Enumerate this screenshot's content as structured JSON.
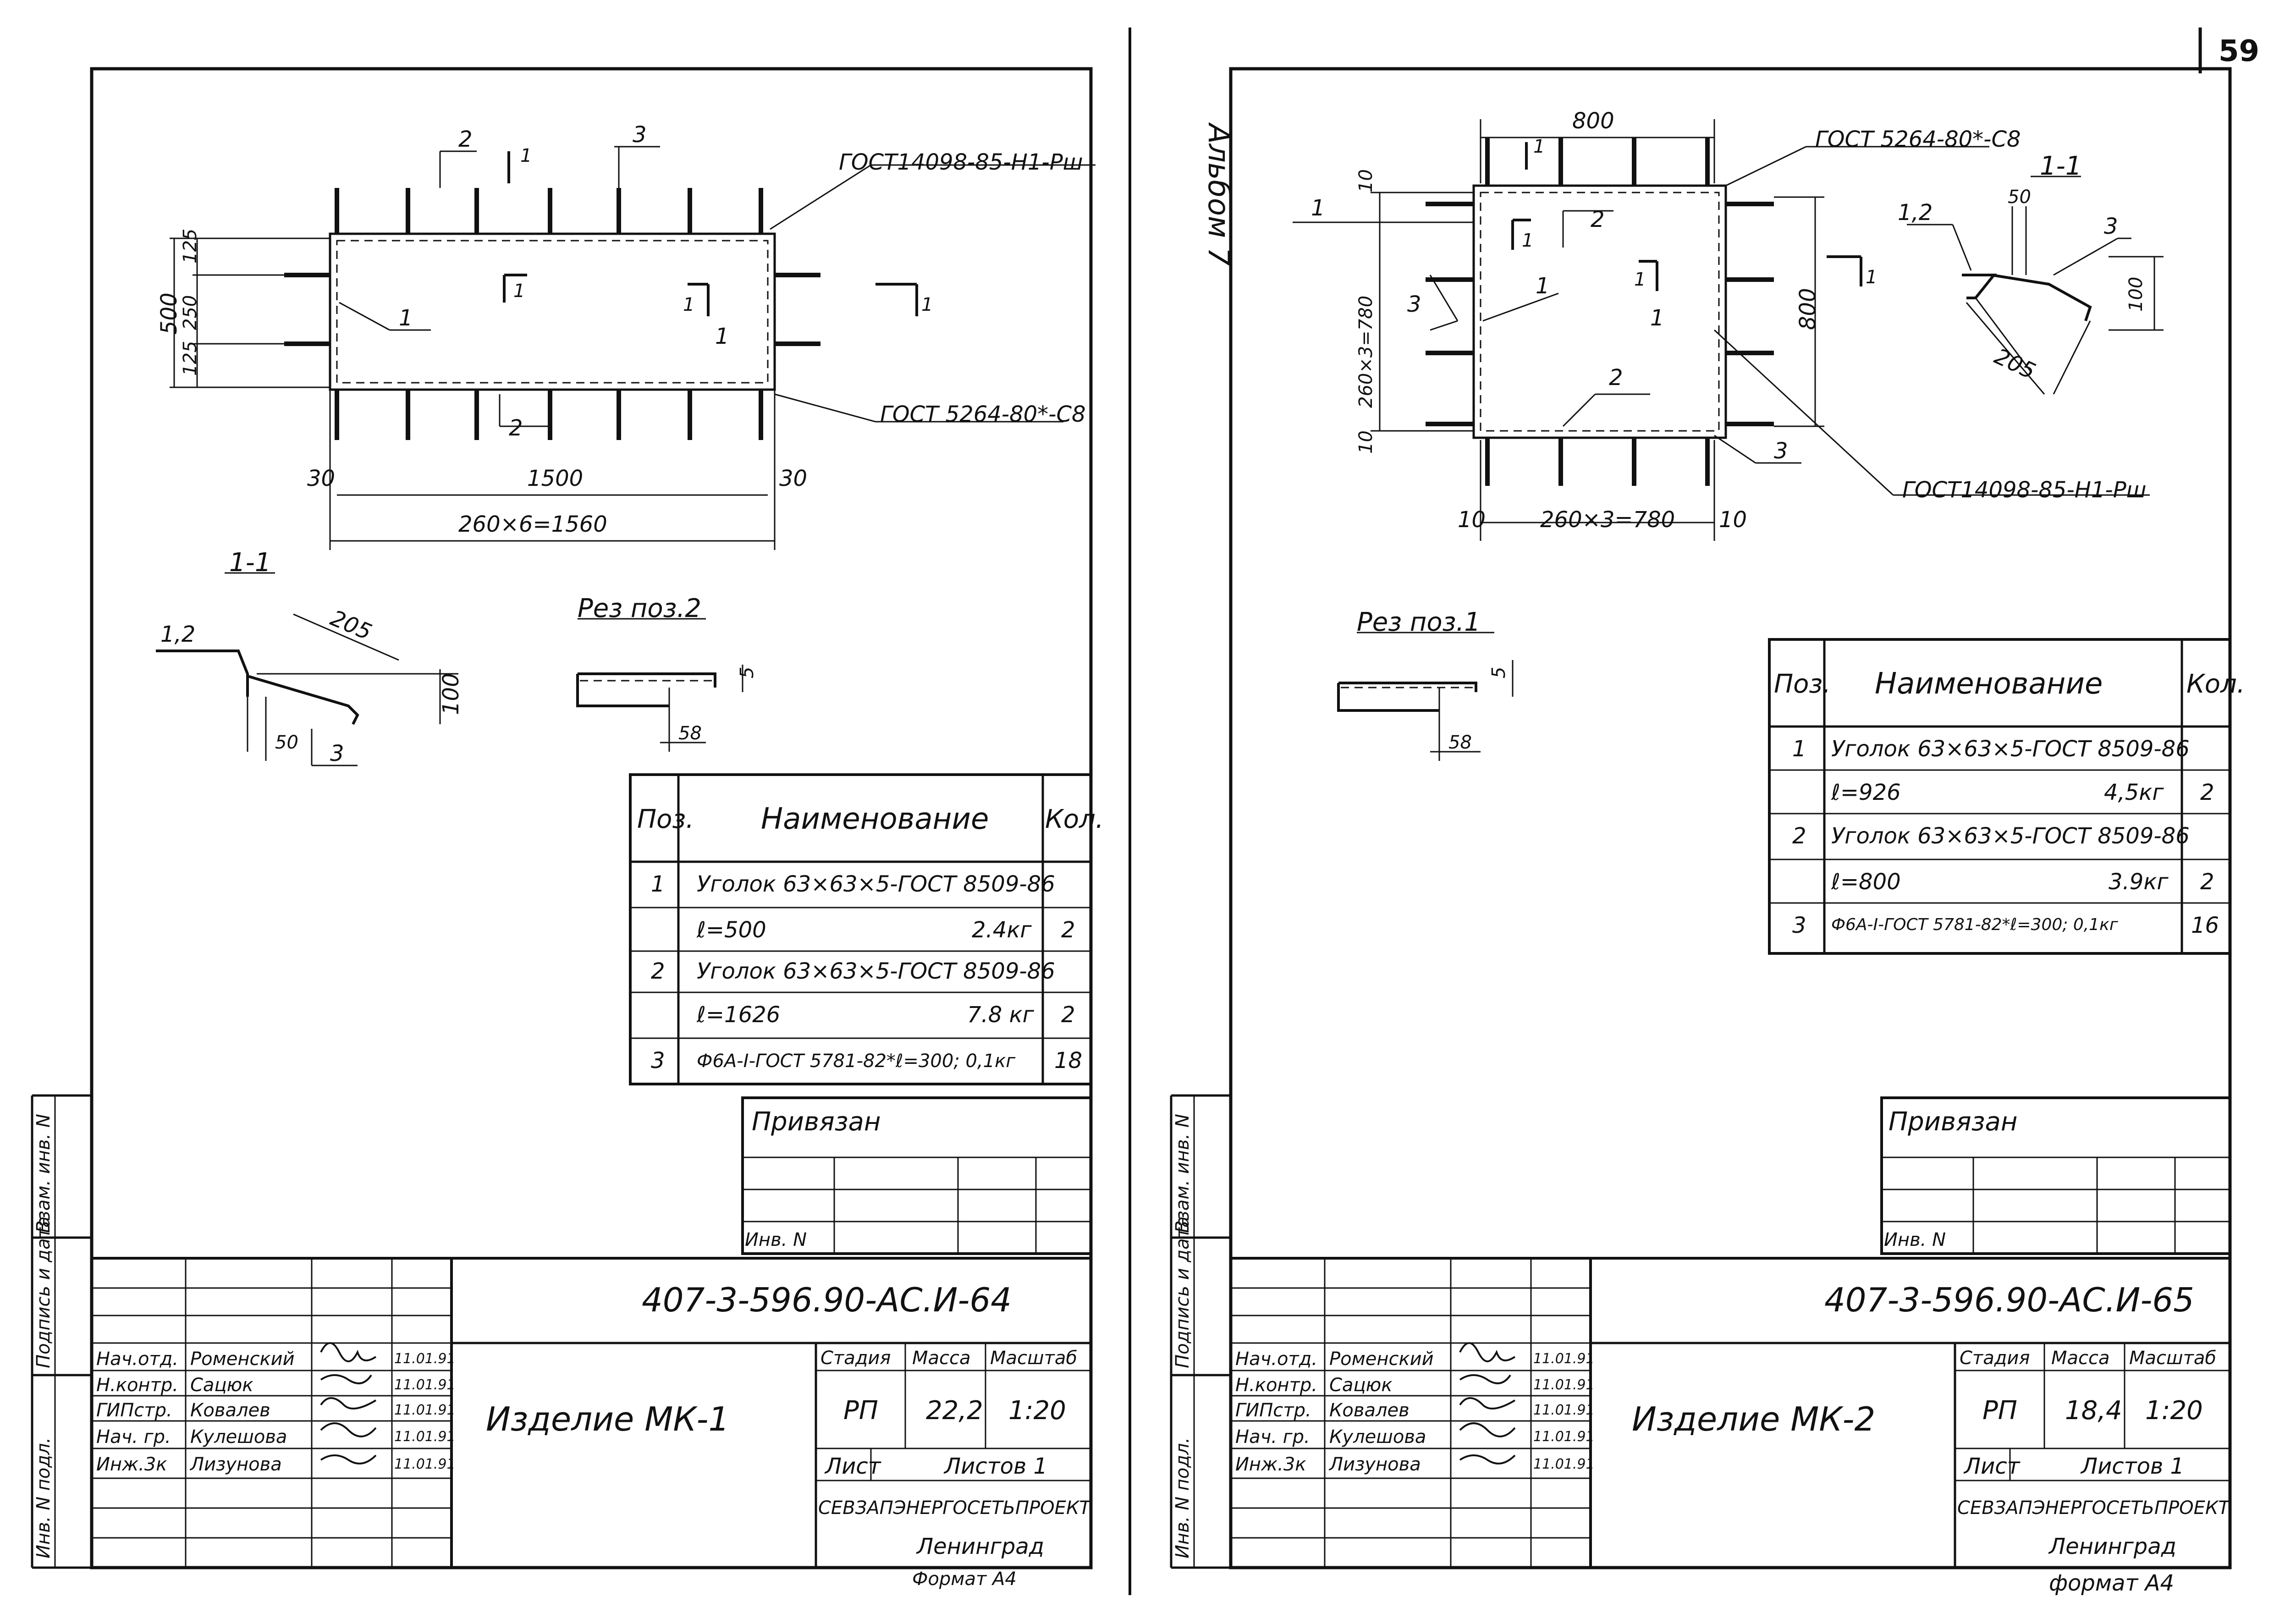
{
  "page_number": "59",
  "album": "Альбом 7",
  "sheet1": {
    "drawing": {
      "gost_top": "ГОСТ14098-85-Н1-Рш",
      "gost_bottom": "ГОСТ 5264-80*-С8",
      "dim_500": "500",
      "dim_125_top": "125",
      "dim_250": "250",
      "dim_125_bot": "125",
      "dim_30_left": "30",
      "dim_1500": "1500",
      "dim_30_right": "30",
      "dim_total": "260×6=1560",
      "pos_labels": [
        "2",
        "3",
        "1",
        "1",
        "2"
      ],
      "section_marks": [
        "1",
        "1",
        "1",
        "1"
      ]
    },
    "section": {
      "title": "1-1",
      "label_12": "1,2",
      "dim_205": "205",
      "dim_100": "100",
      "dim_50": "50",
      "label_3": "3"
    },
    "cut": {
      "title": "Рез поз.2",
      "dim_5": "5",
      "dim_58": "58"
    },
    "spec": {
      "headers": [
        "Поз.",
        "Наименование",
        "Кол."
      ],
      "rows": [
        {
          "pos": "1",
          "name": "Уголок 63×63×5-ГОСТ 8509-86",
          "mass": "",
          "qty": ""
        },
        {
          "pos": "",
          "name": "ℓ=500",
          "mass": "2.4кг",
          "qty": "2"
        },
        {
          "pos": "2",
          "name": "Уголок 63×63×5-ГОСТ 8509-86",
          "mass": "",
          "qty": ""
        },
        {
          "pos": "",
          "name": "ℓ=1626",
          "mass": "7.8 кг",
          "qty": "2"
        },
        {
          "pos": "3",
          "name": "Ф6А-I-ГОСТ 5781-82*ℓ=300; 0,1кг",
          "mass": "",
          "qty": "18"
        }
      ]
    },
    "privyazan": "Привязан",
    "inv_n": "Инв. N",
    "title_block": {
      "code": "407-3-596.90-АС.И-64",
      "name": "Изделие МК-1",
      "stage_label": "Стадия",
      "mass_label": "Масса",
      "scale_label": "Масштаб",
      "stage": "РП",
      "mass": "22,2",
      "scale": "1:20",
      "sheet_label": "Лист",
      "sheets_label": "Листов 1",
      "org": "СЕВЗАПЭНЕРГОСЕТЬПРОЕКТ",
      "city": "Ленинград",
      "format": "Формат А4",
      "staff": [
        {
          "role": "Нач.отд.",
          "name": "Роменский",
          "date": "11.01.91"
        },
        {
          "role": "Н.контр.",
          "name": "Сацюк",
          "date": "11.01.91"
        },
        {
          "role": "ГИПстр.",
          "name": "Ковалев",
          "date": "11.01.91"
        },
        {
          "role": "Нач. гр.",
          "name": "Кулешова",
          "date": "11.01.91"
        },
        {
          "role": "Инж.3к",
          "name": "Лизунова",
          "date": "11.01.91"
        }
      ]
    },
    "side_labels": [
      "Инв. N подл.",
      "Подпись и дата",
      "Взам. инв. N"
    ]
  },
  "sheet2": {
    "drawing": {
      "gost_top": "ГОСТ 5264-80*-С8",
      "gost_bottom": "ГОСТ14098-85-Н1-Рш",
      "dim_800_top": "800",
      "dim_800_right": "800",
      "dim_10_tl": "10",
      "dim_side": "260×3=780",
      "dim_10_bl": "10",
      "dim_10_left": "10",
      "dim_bottom": "260×3=780",
      "dim_10_right": "10",
      "pos_labels": [
        "1",
        "2",
        "3",
        "1",
        "1",
        "2",
        "3"
      ],
      "section_marks": [
        "1",
        "1",
        "1",
        "1"
      ]
    },
    "section": {
      "title": "1-1",
      "label_12": "1,2",
      "dim_50": "50",
      "label_3": "3",
      "dim_100": "100",
      "dim_205": "205"
    },
    "cut": {
      "title": "Рез поз.1",
      "dim_5": "5",
      "dim_58": "58"
    },
    "spec": {
      "headers": [
        "Поз.",
        "Наименование",
        "Кол."
      ],
      "rows": [
        {
          "pos": "1",
          "name": "Уголок 63×63×5-ГОСТ 8509-86",
          "mass": "",
          "qty": ""
        },
        {
          "pos": "",
          "name": "ℓ=926",
          "mass": "4,5кг",
          "qty": "2"
        },
        {
          "pos": "2",
          "name": "Уголок 63×63×5-ГОСТ 8509-86",
          "mass": "",
          "qty": ""
        },
        {
          "pos": "",
          "name": "ℓ=800",
          "mass": "3.9кг",
          "qty": "2"
        },
        {
          "pos": "3",
          "name": "Ф6А-I-ГОСТ 5781-82*ℓ=300; 0,1кг",
          "mass": "",
          "qty": "16"
        }
      ]
    },
    "privyazan": "Привязан",
    "inv_n": "Инв. N",
    "title_block": {
      "code": "407-3-596.90-АС.И-65",
      "name": "Изделие МК-2",
      "stage_label": "Стадия",
      "mass_label": "Масса",
      "scale_label": "Масштаб",
      "stage": "РП",
      "mass": "18,4",
      "scale": "1:20",
      "sheet_label": "Лист",
      "sheets_label": "Листов 1",
      "org": "СЕВЗАПЭНЕРГОСЕТЬПРОЕКТ",
      "city": "Ленинград",
      "format": "формат А4",
      "staff": [
        {
          "role": "Нач.отд.",
          "name": "Роменский",
          "date": "11.01.91"
        },
        {
          "role": "Н.контр.",
          "name": "Сацюк",
          "date": "11.01.91"
        },
        {
          "role": "ГИПстр.",
          "name": "Ковалев",
          "date": "11.01.91"
        },
        {
          "role": "Нач. гр.",
          "name": "Кулешова",
          "date": "11.01.91"
        },
        {
          "role": "Инж.3к",
          "name": "Лизунова",
          "date": "11.01.91"
        }
      ]
    },
    "side_labels": [
      "Инв. N подл.",
      "Подпись и дата",
      "Взам. инв. N"
    ]
  }
}
